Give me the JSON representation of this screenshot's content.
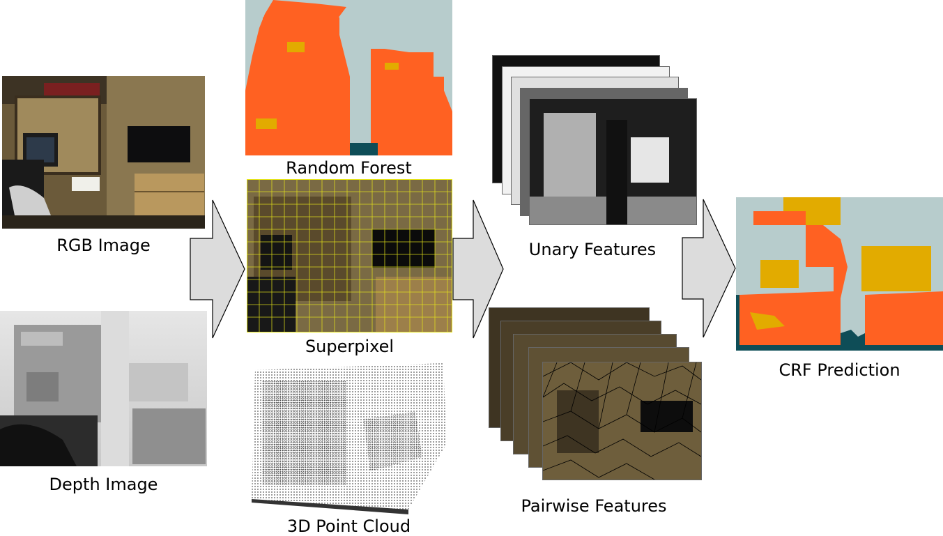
{
  "captions": {
    "rgb_image": "RGB Image",
    "depth_image": "Depth Image",
    "random_forest": "Random Forest",
    "superpixel": "Superpixel",
    "point_cloud": "3D Point Cloud",
    "unary_features": "Unary Features",
    "pairwise_features": "Pairwise Features",
    "crf_prediction": "CRF Prediction"
  },
  "colors": {
    "label_orange": "#ff6122",
    "label_yellow": "#e2ab00",
    "label_gray": "#b7cccc",
    "label_teal": "#0e4d57",
    "superpixel_line": "#e6e61a",
    "arrow_fill": "#dcdcdc",
    "arrow_stroke": "#000000"
  }
}
